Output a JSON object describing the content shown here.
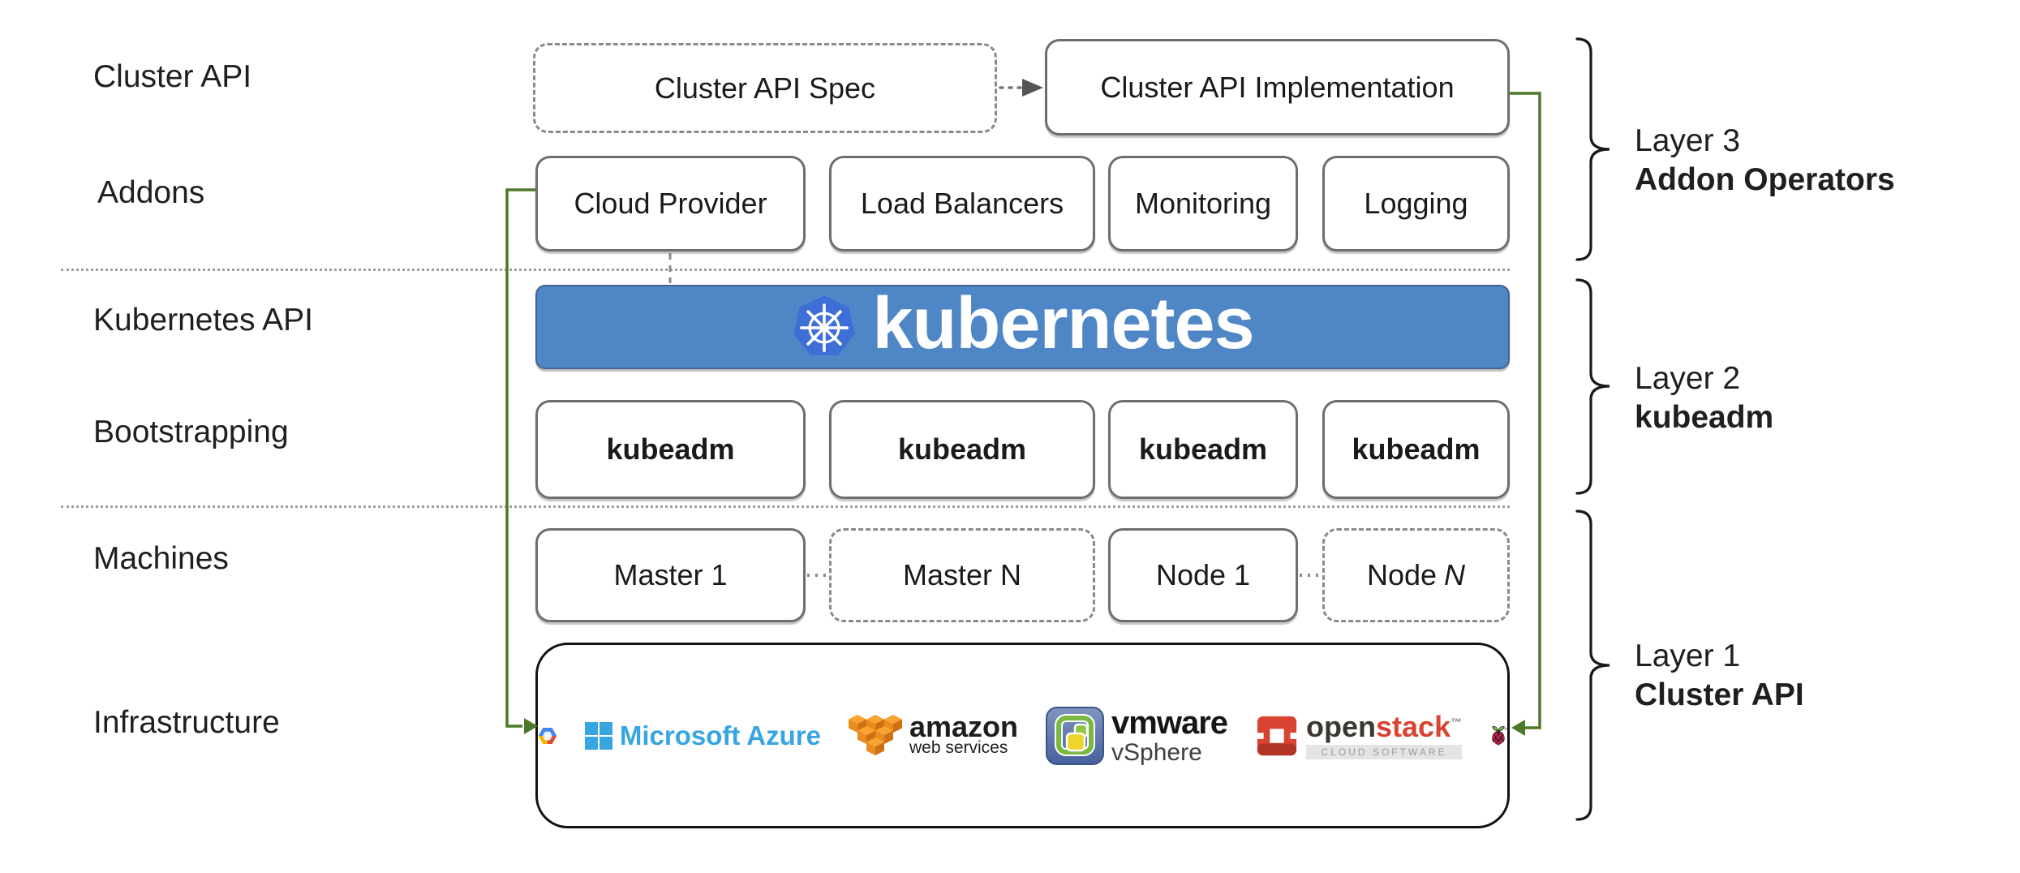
{
  "left_labels": {
    "cluster_api": "Cluster API",
    "addons": "Addons",
    "kubernetes_api": "Kubernetes API",
    "bootstrapping": "Bootstrapping",
    "machines": "Machines",
    "infrastructure": "Infrastructure"
  },
  "cluster_api_row": {
    "spec_label": "Cluster API Spec",
    "implementation_label": "Cluster API Implementation"
  },
  "addon_boxes": [
    "Cloud Provider",
    "Load Balancers",
    "Monitoring",
    "Logging"
  ],
  "kubernetes_banner": {
    "wordmark": "kubernetes"
  },
  "bootstrap_boxes": [
    "kubeadm",
    "kubeadm",
    "kubeadm",
    "kubeadm"
  ],
  "machine_boxes": {
    "master1": "Master 1",
    "masterN": "Master N",
    "node1": "Node 1",
    "nodeN_prefix": "Node",
    "nodeN_n": "N"
  },
  "infrastructure_logos": {
    "icons": [
      "google-cloud-icon",
      "azure-windows-icon",
      "aws-cubes-icon",
      "vmware-icon",
      "openstack-icon",
      "raspberry-pi-icon",
      "kubernetes-wheel-icon"
    ],
    "azure_text": "Microsoft Azure",
    "aws_text_line1": "amazon",
    "aws_text_line2": "web services",
    "vmware_text_line1": "vmware",
    "vmware_text_line2": "vSphere",
    "openstack_text_open": "open",
    "openstack_text_stack": "stack",
    "openstack_tm": "™",
    "openstack_subtext": "CLOUD SOFTWARE",
    "raspberry_reg": "®"
  },
  "layer_labels": [
    {
      "line1": "Layer 3",
      "line2": "Addon Operators"
    },
    {
      "line1": "Layer 2",
      "line2": "kubeadm"
    },
    {
      "line1": "Layer 1",
      "line2": "Cluster API"
    }
  ],
  "colors": {
    "connector_green": "#4d7a28",
    "banner_blue": "#4e86c6",
    "k8s_logo_blue": "#3e6fd6",
    "box_border_gray": "#6e6e6e",
    "dashed_border_gray": "#8a8a8a",
    "separator_gray": "#9e9e9e",
    "azure_blue": "#36a5e2",
    "aws_orange": "#ea8c1f",
    "openstack_red": "#d84332",
    "vmware_panel_blue": "#47619e",
    "raspberry_crimson": "#b02149",
    "leaf_green": "#7db843"
  }
}
